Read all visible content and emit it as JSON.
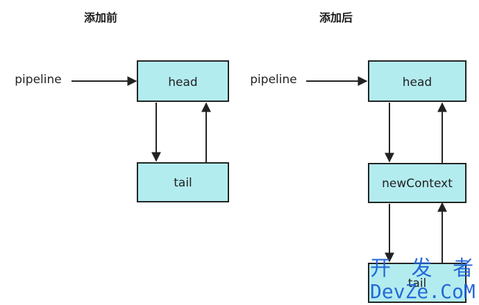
{
  "diagram": {
    "left": {
      "title": "添加前",
      "entry_label": "pipeline",
      "nodes": {
        "head": "head",
        "tail": "tail"
      }
    },
    "right": {
      "title": "添加后",
      "entry_label": "pipeline",
      "nodes": {
        "head": "head",
        "new_context": "newContext",
        "tail": "tail"
      }
    },
    "colors": {
      "node_fill": "#b3ecef",
      "stroke": "#222222",
      "watermark": "#1e63d6"
    }
  },
  "watermark": {
    "line1": "开 发 者",
    "line2": "DevZe.CoM"
  }
}
